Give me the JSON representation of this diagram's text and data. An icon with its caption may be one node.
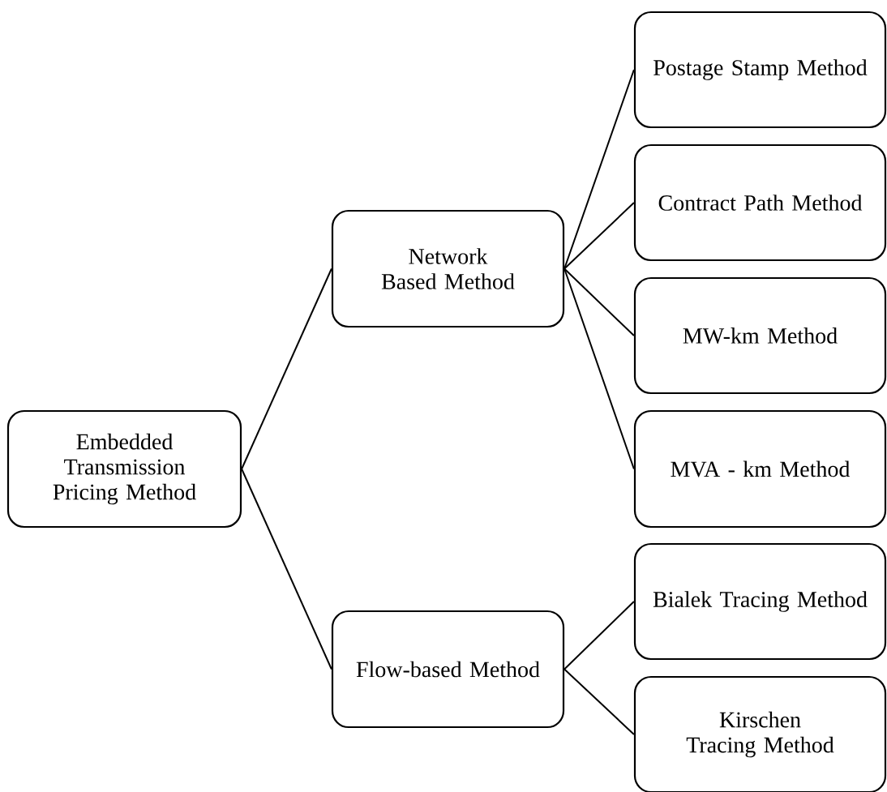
{
  "diagram": {
    "nodes": [
      {
        "text": [
          "Embedded Transmission Pricing Method"
        ]
      },
      {
        "text": [
          "Network Based Method"
        ]
      },
      {
        "text": [
          "Flow-based Method"
        ]
      },
      {
        "text": [
          "Postage Stamp Method"
        ]
      },
      {
        "text": [
          "Contract Path Method"
        ]
      },
      {
        "text": [
          "MW-km Method"
        ]
      },
      {
        "text": [
          "MVA - km Method"
        ]
      },
      {
        "text": [
          "Bialek Tracing Method"
        ]
      },
      {
        "text": [
          "Kirschen Tracing Method"
        ]
      }
    ],
    "edges": [
      {
        "from": 0,
        "to": 1,
        "arrow": "none"
      },
      {
        "from": 0,
        "to": 2,
        "arrow": "none"
      },
      {
        "from": 1,
        "to": 3,
        "arrow": "none"
      },
      {
        "from": 1,
        "to": 4,
        "arrow": "none"
      },
      {
        "from": 1,
        "to": 5,
        "arrow": "none"
      },
      {
        "from": 1,
        "to": 6,
        "arrow": "none"
      },
      {
        "from": 2,
        "to": 7,
        "arrow": "none"
      },
      {
        "from": 2,
        "to": 8,
        "arrow": "none"
      }
    ]
  }
}
